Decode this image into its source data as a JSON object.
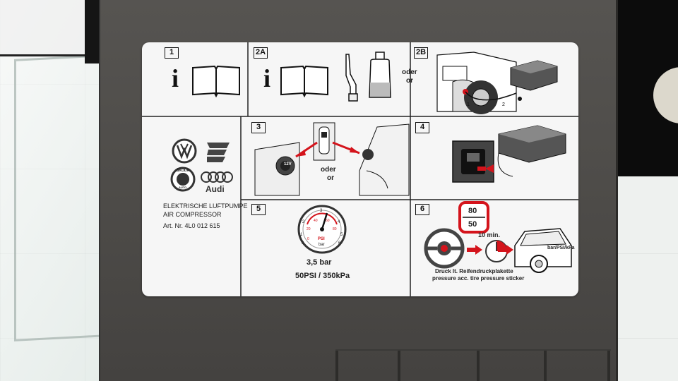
{
  "sticker": {
    "steps": {
      "s1": "1",
      "s2a": "2A",
      "s2b": "2B",
      "s3": "3",
      "s4": "4",
      "s5": "5",
      "s6": "6"
    },
    "oder_or_1": {
      "de": "oder",
      "en": "or"
    },
    "oder_or_2": {
      "de": "oder",
      "en": "or"
    },
    "brand_audi": "Audi",
    "brand_skoda": "ŠKODA",
    "brand_skoda_sub": "AUTO",
    "product_de": "ELEKTRISCHE LUFTPUMPE",
    "product_en": "AIR COMPRESSOR",
    "part_number": "Art. Nr. 4L0 012 615",
    "socket_label": "12V",
    "gauge": {
      "pressure_bar": "3,5 bar",
      "pressure_psi_kpa": "50PSI / 350kPa",
      "unit_psi": "PSI",
      "unit_bar": "bar",
      "bar_ticks": [
        "0",
        "1",
        "2",
        "3",
        "4",
        "5",
        "6"
      ],
      "psi_ticks": [
        "0",
        "20",
        "40",
        "60",
        "80"
      ]
    },
    "step6": {
      "speed_top": "80",
      "speed_bottom": "50",
      "time": "10 min.",
      "car_label": "bar/PSI/kPa",
      "caption_de": "Druck lt. Reifendruckplakette",
      "caption_en": "pressure acc. tire pressure sticker"
    }
  },
  "colors": {
    "accent_red": "#d4141c",
    "case_gray": "#4f4d4a",
    "sticker_white": "#f6f6f6"
  }
}
